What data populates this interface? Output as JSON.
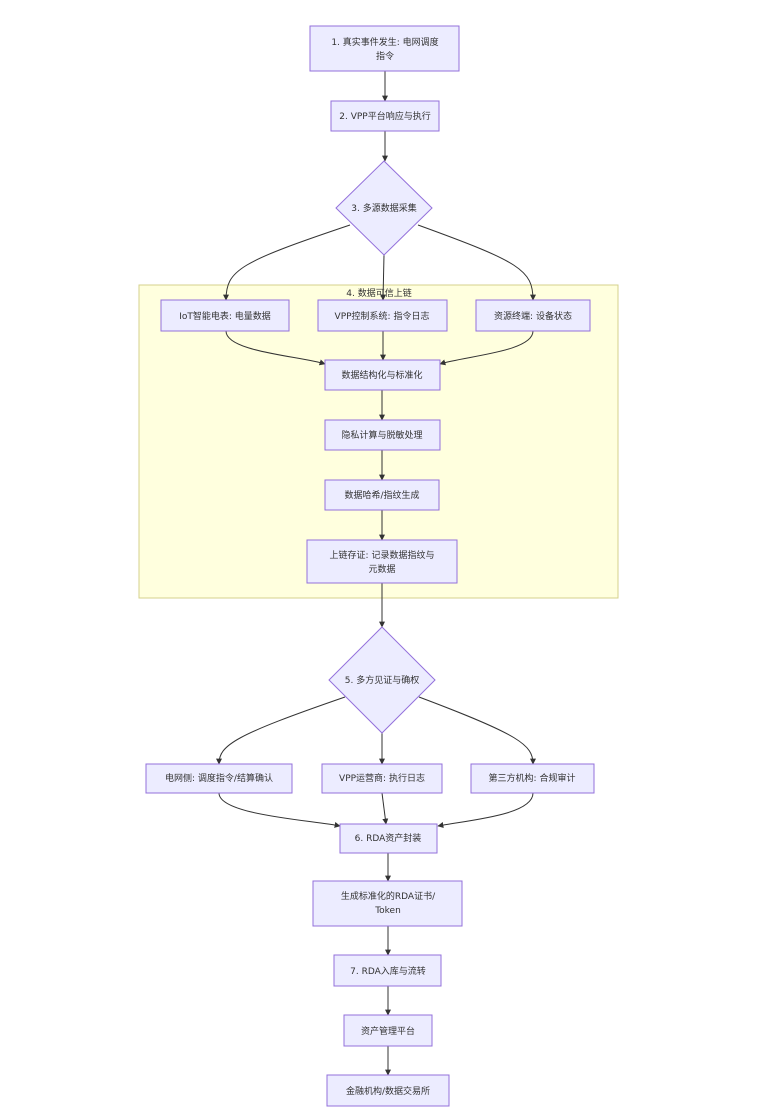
{
  "diagram": {
    "subgraph_label": "4. 数据可信上链",
    "nodes": {
      "n1": [
        "1. 真实事件发生: 电网调度",
        "指令"
      ],
      "n2": [
        "2. VPP平台响应与执行"
      ],
      "n3": [
        "3. 多源数据采集"
      ],
      "n4a": [
        "IoT智能电表: 电量数据"
      ],
      "n4b": [
        "VPP控制系统: 指令日志"
      ],
      "n4c": [
        "资源终端: 设备状态"
      ],
      "n4d": [
        "数据结构化与标准化"
      ],
      "n4e": [
        "隐私计算与脱敏处理"
      ],
      "n4f": [
        "数据哈希/指纹生成"
      ],
      "n4g": [
        "上链存证: 记录数据指纹与",
        "元数据"
      ],
      "n5": [
        "5. 多方见证与确权"
      ],
      "n5a": [
        "电网侧: 调度指令/结算确认"
      ],
      "n5b": [
        "VPP运营商: 执行日志"
      ],
      "n5c": [
        "第三方机构: 合规审计"
      ],
      "n6": [
        "6. RDA资产封装"
      ],
      "n6a": [
        "生成标准化的RDA证书/",
        "Token"
      ],
      "n7": [
        "7. RDA入库与流转"
      ],
      "n7a": [
        "资产管理平台"
      ],
      "n7b": [
        "金融机构/数据交易所"
      ]
    }
  }
}
